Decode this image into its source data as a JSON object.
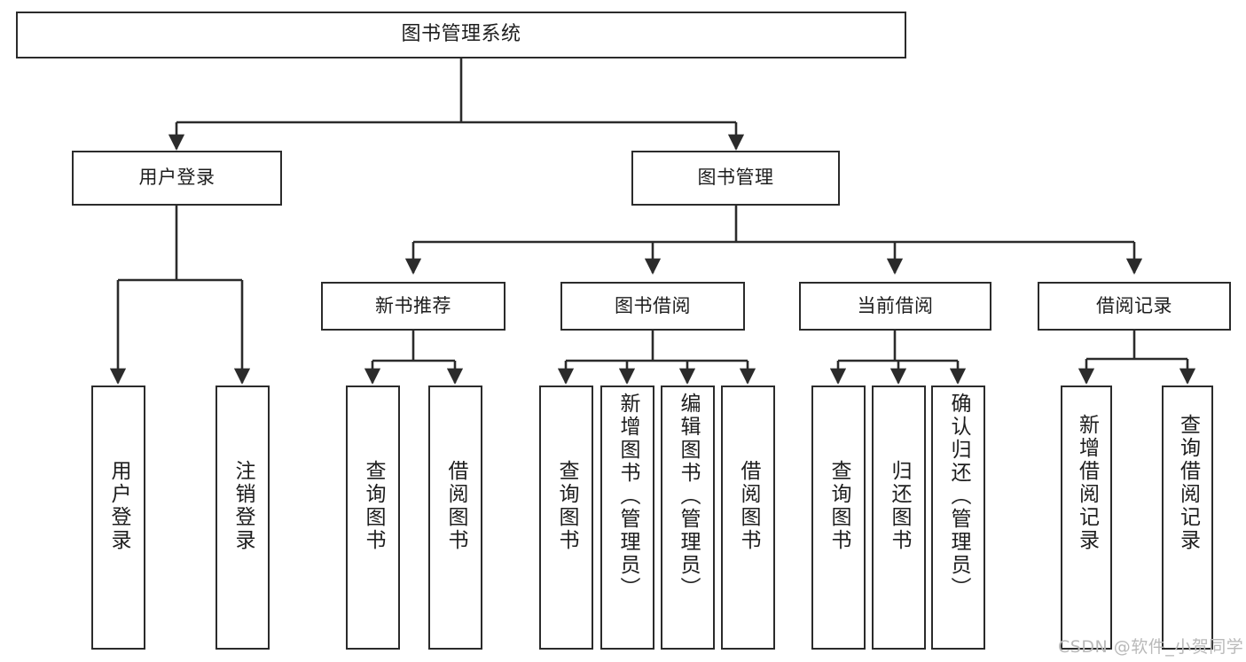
{
  "diagram": {
    "type": "tree-hierarchy-chart",
    "title": "图书管理系统",
    "orientation": "top-down",
    "colors": {
      "stroke": "#2b2b2b",
      "fill": "#ffffff",
      "text": "#1d1d1d",
      "watermark": "#b9b9b9"
    },
    "levels": {
      "level1": "系统",
      "level2": "模块",
      "level3": "子模块",
      "level4": "功能"
    },
    "nodes": {
      "root": {
        "id": "root",
        "label": "图书管理系统"
      },
      "level2": [
        {
          "id": "user-login",
          "label": "用户登录"
        },
        {
          "id": "book-manage",
          "label": "图书管理"
        }
      ],
      "level3": [
        {
          "id": "new-book-recommend",
          "label": "新书推荐",
          "parent": "book-manage"
        },
        {
          "id": "book-borrow",
          "label": "图书借阅",
          "parent": "book-manage"
        },
        {
          "id": "current-borrow",
          "label": "当前借阅",
          "parent": "book-manage"
        },
        {
          "id": "borrow-record",
          "label": "借阅记录",
          "parent": "book-manage"
        }
      ],
      "leaves": {
        "user-login": [
          {
            "id": "leaf-user-login",
            "label": "用户登录"
          },
          {
            "id": "leaf-user-logout",
            "label": "注销登录"
          }
        ],
        "new-book-recommend": [
          {
            "id": "leaf-query-book-1",
            "label": "查询图书"
          },
          {
            "id": "leaf-borrow-book-1",
            "label": "借阅图书"
          }
        ],
        "book-borrow": [
          {
            "id": "leaf-query-book-2",
            "label": "查询图书"
          },
          {
            "id": "leaf-add-book",
            "label": "新增图书（管理员）"
          },
          {
            "id": "leaf-edit-book",
            "label": "编辑图书（管理员）"
          },
          {
            "id": "leaf-borrow-book-2",
            "label": "借阅图书"
          }
        ],
        "current-borrow": [
          {
            "id": "leaf-query-book-3",
            "label": "查询图书"
          },
          {
            "id": "leaf-return-book",
            "label": "归还图书"
          },
          {
            "id": "leaf-confirm-return",
            "label": "确认归还（管理员）"
          }
        ],
        "borrow-record": [
          {
            "id": "leaf-add-record",
            "label": "新增借阅记录"
          },
          {
            "id": "leaf-query-record",
            "label": "查询借阅记录"
          }
        ]
      }
    },
    "watermark": "CSDN @软件_小贺同学"
  }
}
